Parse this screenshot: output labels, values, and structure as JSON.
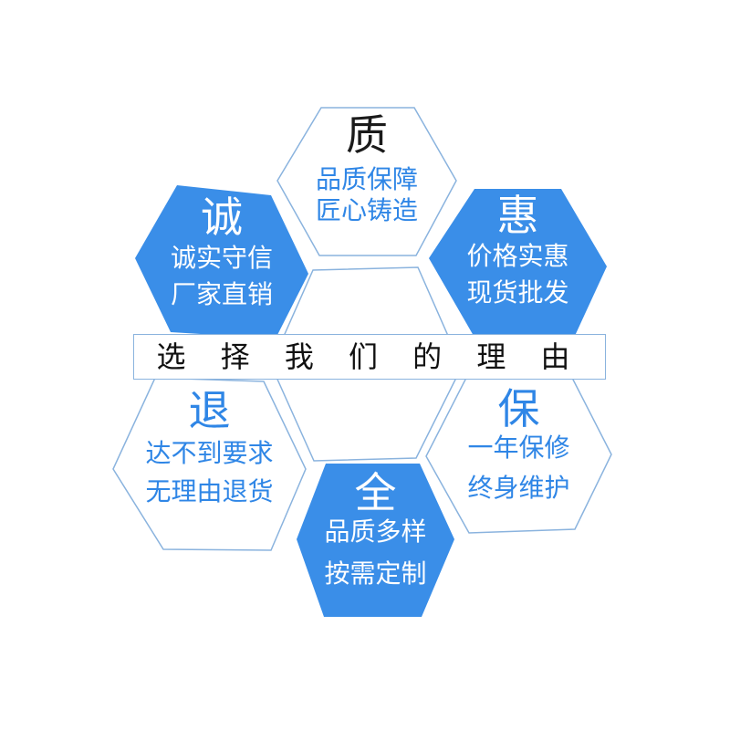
{
  "colors": {
    "fill": "#3a8ee8",
    "outline": "#8ab3de",
    "text_blue": "#2f86e6",
    "text_dark": "#1a1a1a"
  },
  "banner": {
    "text": "选 择 我 们 的 理 由"
  },
  "hexes": {
    "zhi": {
      "big": "质",
      "line1": "品质保障",
      "line2": "匠心铸造"
    },
    "cheng": {
      "big": "诚",
      "line1": "诚实守信",
      "line2": "厂家直销"
    },
    "hui": {
      "big": "惠",
      "line1": "价格实惠",
      "line2": "现货批发"
    },
    "tui": {
      "big": "退",
      "line1": "达不到要求",
      "line2": "无理由退货"
    },
    "bao": {
      "big": "保",
      "line1": "一年保修",
      "line2": "终身维护"
    },
    "quan": {
      "big": "全",
      "line1": "品质多样",
      "line2": "按需定制"
    }
  }
}
